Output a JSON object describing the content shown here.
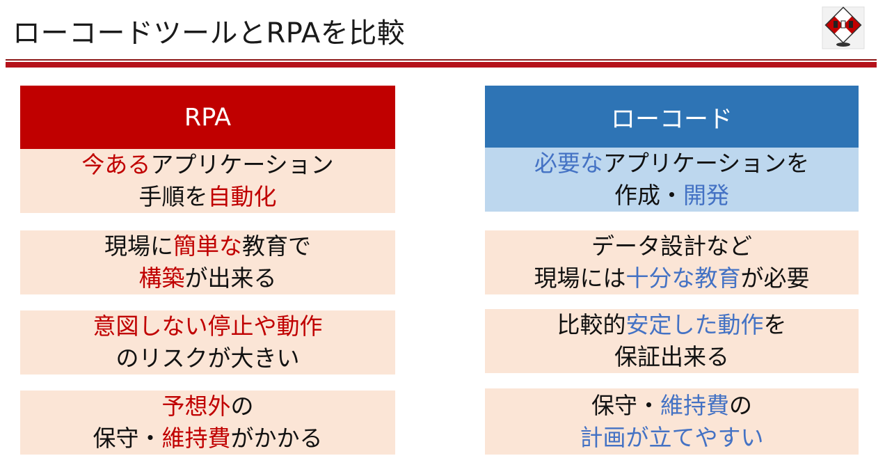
{
  "title": "ローコードツールとRPAを比較",
  "colors": {
    "red": "#c00000",
    "blue": "#2e74b5",
    "highlight_blue": "#4472c4",
    "peach": "#fbe5d6",
    "light_blue": "#bdd7ee"
  },
  "logo": {
    "icon": "company-logo-icon"
  },
  "rpa": {
    "header": "RPA",
    "cards": [
      {
        "l1a": "今ある",
        "l1b": "アプリケーション",
        "l2a": "手順を",
        "l2b": "自動化"
      },
      {
        "l1a": "現場に",
        "l1b": "簡単な",
        "l1c": "教育で",
        "l2a": "構築",
        "l2b": "が出来る"
      },
      {
        "l1": "意図しない停止や動作",
        "l2": "のリスクが大きい"
      },
      {
        "l1a": "予想外",
        "l1b": "の",
        "l2a": "保守・",
        "l2b": "維持費",
        "l2c": "がかかる"
      }
    ]
  },
  "lowcode": {
    "header": "ローコード",
    "cards": [
      {
        "l1a": "必要な",
        "l1b": "アプリケーションを",
        "l2a": "作成・",
        "l2b": "開発"
      },
      {
        "l1": "データ設計など",
        "l2a": "現場には",
        "l2b": "十分な教育",
        "l2c": "が必要"
      },
      {
        "l1a": "比較的",
        "l1b": "安定した動作",
        "l1c": "を",
        "l2": "保証出来る"
      },
      {
        "l1a": "保守・",
        "l1b": "維持費",
        "l1c": "の",
        "l2": "計画が立てやすい"
      }
    ]
  }
}
